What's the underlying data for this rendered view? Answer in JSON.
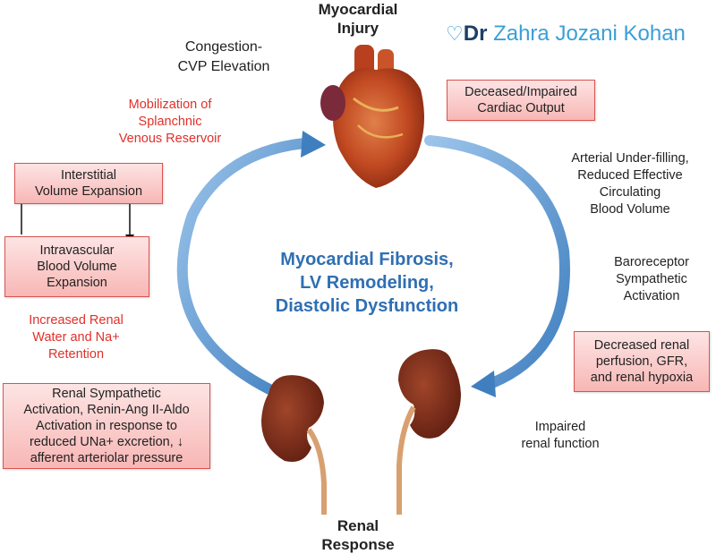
{
  "logo": {
    "prefix": "Dr",
    "name": "Zahra Jozani Kohan",
    "icon": "heart-pulse-icon"
  },
  "top": {
    "title_line1": "Myocardial",
    "title_line2": "Injury"
  },
  "bottom": {
    "title_line1": "Renal",
    "title_line2": "Response"
  },
  "center": {
    "line1": "Myocardial Fibrosis,",
    "line2": "LV Remodeling,",
    "line3": "Diastolic Dysfunction"
  },
  "left": {
    "congestion_line1": "Congestion-",
    "congestion_line2": "CVP Elevation",
    "mobilization_line1": "Mobilization of",
    "mobilization_line2": "Splanchnic",
    "mobilization_line3": "Venous Reservoir",
    "interstitial_line1": "Interstitial",
    "interstitial_line2": "Volume Expansion",
    "intravascular_line1": "Intravascular",
    "intravascular_line2": "Blood Volume",
    "intravascular_line3": "Expansion",
    "retention_line1": "Increased Renal",
    "retention_line2": "Water and Na+",
    "retention_line3": "Retention",
    "raas_line1": "Renal Sympathetic",
    "raas_line2": "Activation, Renin-Ang II-Aldo",
    "raas_line3": "Activation in response to",
    "raas_line4": "reduced UNa+ excretion, ↓",
    "raas_line5": "afferent arteriolar pressure"
  },
  "right": {
    "output_line1": "Deceased/Impaired",
    "output_line2": "Cardiac Output",
    "underfill_line1": "Arterial Under-filling,",
    "underfill_line2": "Reduced Effective",
    "underfill_line3": "Circulating",
    "underfill_line4": "Blood Volume",
    "baro_line1": "Baroreceptor",
    "baro_line2": "Sympathetic",
    "baro_line3": "Activation",
    "perfusion_line1": "Decreased renal",
    "perfusion_line2": "perfusion, GFR,",
    "perfusion_line3": "and renal hypoxia",
    "impaired_line1": "Impaired",
    "impaired_line2": "renal function"
  },
  "colors": {
    "arrow": "#5b9bd5",
    "box_border": "#d9534f",
    "red_text": "#e0302a",
    "center_text": "#2f6fb3",
    "logo": "#3a9fd8"
  }
}
